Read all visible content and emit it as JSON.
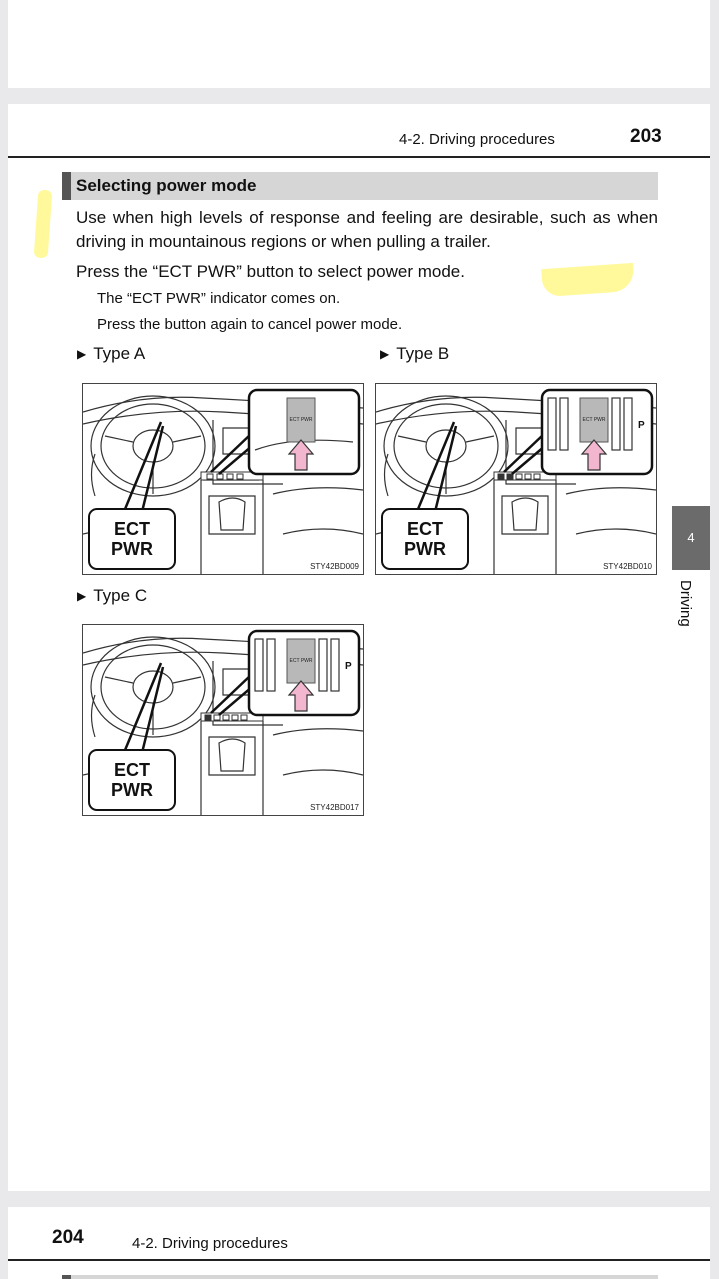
{
  "header": {
    "section": "4-2. Driving procedures",
    "page_number": "203"
  },
  "section_title": "Selecting power mode",
  "body": {
    "intro": "Use when high levels of response and feeling are desirable, such as when driving in mountainous regions or when pulling a trailer.",
    "instruction": "Press the “ECT PWR” button to select power mode.",
    "note_1": "The “ECT PWR” indicator comes on.",
    "note_2": "Press the button again to cancel power mode."
  },
  "figures": {
    "type_a": {
      "label": "Type A",
      "callout_line1": "ECT",
      "callout_line2": "PWR",
      "button_text": "ECT PWR",
      "code": "STY42BD009"
    },
    "type_b": {
      "label": "Type B",
      "callout_line1": "ECT",
      "callout_line2": "PWR",
      "button_text": "ECT PWR",
      "gear_letter": "P",
      "code": "STY42BD010"
    },
    "type_c": {
      "label": "Type C",
      "callout_line1": "ECT",
      "callout_line2": "PWR",
      "button_text": "ECT PWR",
      "gear_letter": "P",
      "code": "STY42BD017"
    }
  },
  "side_tab": {
    "number": "4",
    "label": "Driving"
  },
  "next_page": {
    "page_number": "204",
    "section": "4-2. Driving procedures"
  },
  "colors": {
    "highlight": "#fff55a",
    "arrow_pink": "#f2b6cf",
    "tab_gray": "#6b6b6b"
  }
}
